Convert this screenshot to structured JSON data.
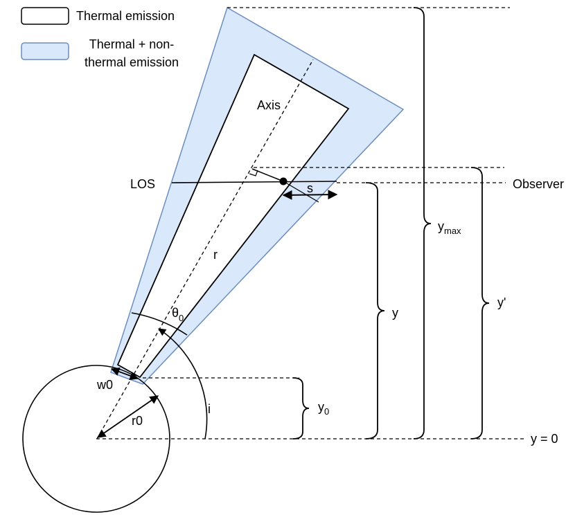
{
  "legend": {
    "thermal": "Thermal emission",
    "nonthermal_line1": "Thermal + non-",
    "nonthermal_line2": "thermal emission"
  },
  "labels": {
    "axis": "Axis",
    "los": "LOS",
    "observer": "Observer",
    "s": "s",
    "r": "r",
    "theta0_main": "θ",
    "theta0_sub": "0",
    "w0": "w0",
    "r0": "r0",
    "i": "i",
    "y": "y",
    "y0_main": "y",
    "y0_sub": "0",
    "ymax_main": "y",
    "ymax_sub": "max",
    "yprime": "y'",
    "y_zero": "y = 0"
  },
  "colors": {
    "outer_fill": "#dae8fc",
    "outer_stroke": "#6c8ebf",
    "line": "#000000"
  }
}
